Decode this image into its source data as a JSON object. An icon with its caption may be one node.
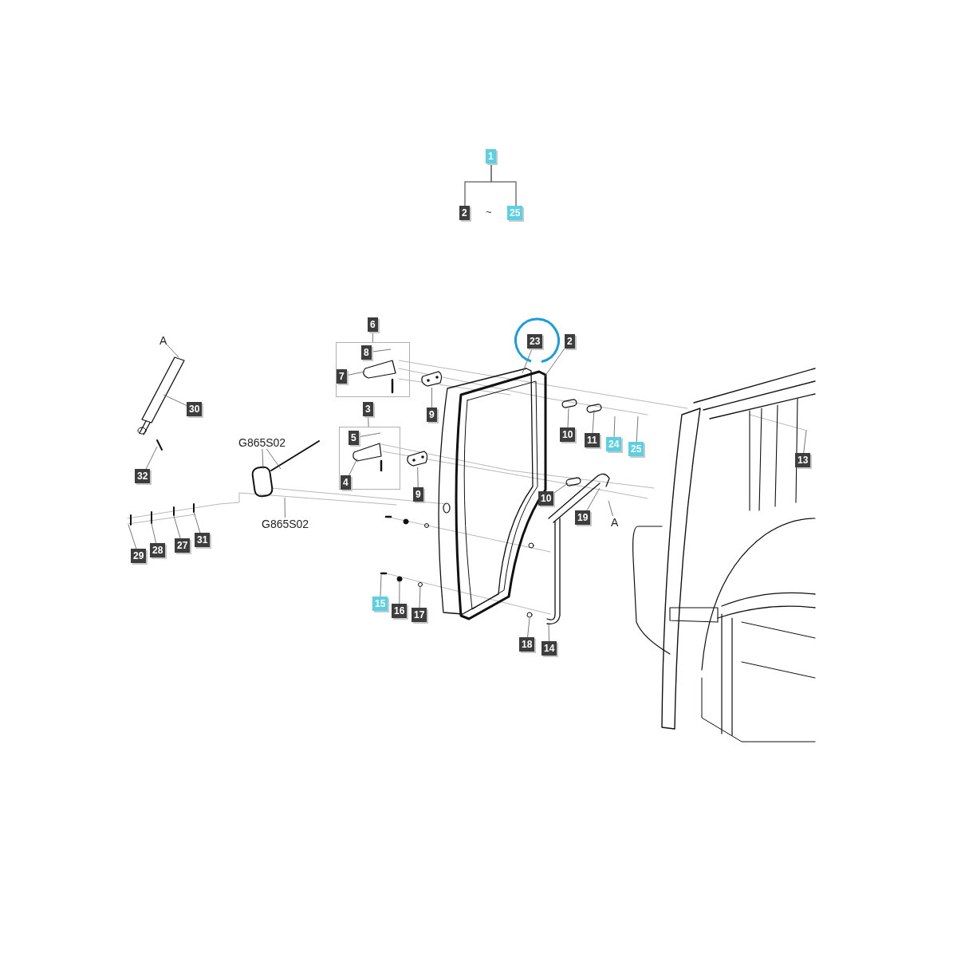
{
  "diagram": {
    "nodes": [
      {
        "text": [
          "1"
        ]
      },
      {
        "text": [
          "2"
        ]
      },
      {
        "text": [
          "25"
        ]
      },
      {
        "text": [
          "6"
        ]
      },
      {
        "text": [],
        "shape": "box"
      },
      {
        "text": [
          "8"
        ],
        "in": 4
      },
      {
        "text": [
          "7"
        ],
        "in": 4
      },
      {
        "text": [
          "23"
        ]
      },
      {
        "text": [
          "2"
        ]
      },
      {
        "text": [
          "A"
        ]
      },
      {
        "text": [
          "30"
        ]
      },
      {
        "text": [
          "9"
        ]
      },
      {
        "text": [
          "3"
        ]
      },
      {
        "text": [],
        "shape": "box"
      },
      {
        "text": [
          "5"
        ],
        "in": 13
      },
      {
        "text": [
          "4"
        ],
        "in": 13
      },
      {
        "text": [
          "10"
        ]
      },
      {
        "text": [
          "11"
        ]
      },
      {
        "text": [
          "24"
        ]
      },
      {
        "text": [
          "25"
        ]
      },
      {
        "text": [
          "G865S02"
        ]
      },
      {
        "text": [
          "32"
        ]
      },
      {
        "text": [
          "13"
        ]
      },
      {
        "text": [
          "9"
        ]
      },
      {
        "text": [
          "10"
        ]
      },
      {
        "text": [
          "19"
        ]
      },
      {
        "text": [
          "A"
        ]
      },
      {
        "text": [
          "G865S02"
        ]
      },
      {
        "text": [
          "31"
        ]
      },
      {
        "text": [
          "27"
        ]
      },
      {
        "text": [
          "28"
        ]
      },
      {
        "text": [
          "29"
        ]
      },
      {
        "text": [
          "15"
        ]
      },
      {
        "text": [
          "16"
        ]
      },
      {
        "text": [
          "17"
        ]
      },
      {
        "text": [
          "18"
        ]
      },
      {
        "text": [
          "14"
        ]
      },
      {
        "text": [],
        "shape": "picture"
      },
      {
        "text": [],
        "shape": "picture"
      }
    ],
    "edges": [
      {
        "from": 0,
        "to": 1,
        "arrow": "none"
      },
      {
        "from": 0,
        "to": 2,
        "arrow": "none"
      },
      {
        "from": 3,
        "to": 4,
        "arrow": "none"
      },
      {
        "from": 5,
        "to": null,
        "arrow": "none"
      },
      {
        "from": 6,
        "to": null,
        "arrow": "none"
      },
      {
        "from": 7,
        "to": null,
        "arrow": "none"
      },
      {
        "from": 8,
        "to": null,
        "arrow": "none"
      },
      {
        "from": 9,
        "to": null,
        "arrow": "none"
      },
      {
        "from": 10,
        "to": null,
        "arrow": "none"
      },
      {
        "from": 11,
        "to": 37,
        "arrow": "none"
      },
      {
        "from": 12,
        "to": 13,
        "arrow": "none"
      },
      {
        "from": 14,
        "to": null,
        "arrow": "none"
      },
      {
        "from": 15,
        "to": null,
        "arrow": "none"
      },
      {
        "from": 16,
        "to": null,
        "arrow": "none"
      },
      {
        "from": 17,
        "to": null,
        "arrow": "none"
      },
      {
        "from": 18,
        "to": null,
        "arrow": "none"
      },
      {
        "from": 19,
        "to": null,
        "arrow": "none"
      },
      {
        "from": 20,
        "to": null,
        "arrow": "none"
      },
      {
        "from": 20,
        "to": null,
        "arrow": "none"
      },
      {
        "from": 21,
        "to": null,
        "arrow": "none"
      },
      {
        "from": 22,
        "to": null,
        "arrow": "none"
      },
      {
        "from": 23,
        "to": 38,
        "arrow": "none"
      },
      {
        "from": 24,
        "to": null,
        "arrow": "none"
      },
      {
        "from": 25,
        "to": null,
        "arrow": "none"
      },
      {
        "from": 26,
        "to": null,
        "arrow": "none"
      },
      {
        "from": 27,
        "to": null,
        "arrow": "none"
      },
      {
        "from": 28,
        "to": null,
        "arrow": "none"
      },
      {
        "from": 29,
        "to": null,
        "arrow": "none"
      },
      {
        "from": 30,
        "to": null,
        "arrow": "none"
      },
      {
        "from": 31,
        "to": null,
        "arrow": "none"
      },
      {
        "from": 32,
        "to": null,
        "arrow": "none"
      },
      {
        "from": 33,
        "to": null,
        "arrow": "none"
      },
      {
        "from": 34,
        "to": null,
        "arrow": "none"
      },
      {
        "from": 35,
        "to": null,
        "arrow": "none"
      },
      {
        "from": 36,
        "to": null,
        "arrow": "none"
      }
    ],
    "labels": [
      "~"
    ]
  }
}
